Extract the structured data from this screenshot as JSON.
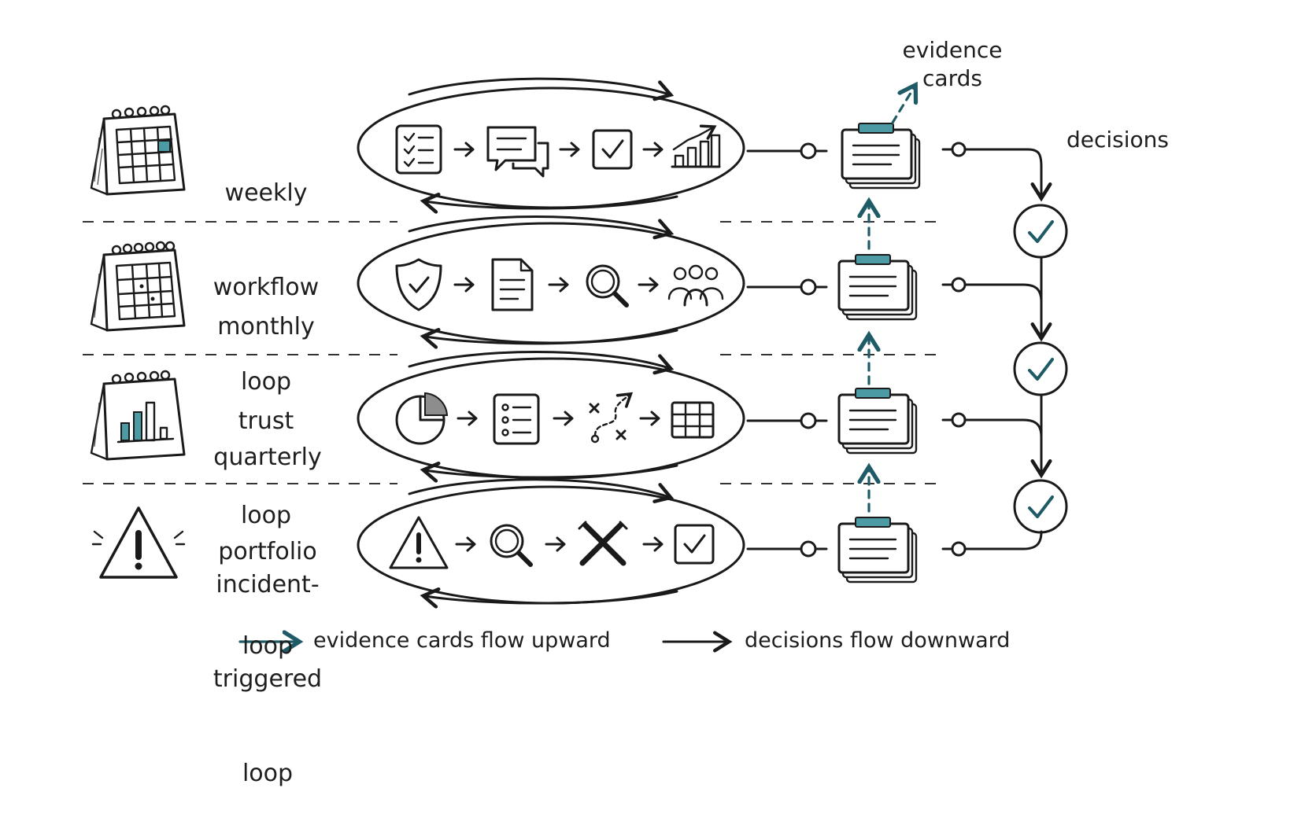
{
  "header": {
    "evidence_cards_line1": "evidence",
    "evidence_cards_line2": "cards",
    "decisions": "decisions"
  },
  "loops": [
    {
      "lines": [
        "weekly",
        "workflow",
        "loop"
      ],
      "period_icon": "calendar-icon",
      "steps": [
        "checklist-icon",
        "chat-bubbles-icon",
        "checkbox-icon",
        "bar-chart-trend-icon"
      ]
    },
    {
      "lines": [
        "monthly",
        "trust",
        "loop"
      ],
      "period_icon": "calendar-icon",
      "steps": [
        "shield-check-icon",
        "document-icon",
        "magnifier-icon",
        "people-group-icon"
      ]
    },
    {
      "lines": [
        "quarterly",
        "portfolio",
        "loop"
      ],
      "period_icon": "calendar-bar-chart-icon",
      "steps": [
        "pie-chart-icon",
        "list-icon",
        "strategy-path-icon",
        "grid-table-icon"
      ]
    },
    {
      "lines": [
        "incident-",
        "triggered",
        "loop"
      ],
      "period_icon": "warning-icon",
      "steps": [
        "warning-icon",
        "magnifier-icon",
        "tools-icon",
        "checkbox-icon"
      ]
    }
  ],
  "legend": {
    "evidence_text": "evidence cards flow upward",
    "decisions_text": "decisions flow downward"
  },
  "colors": {
    "ink": "#1a1a1a",
    "accent_teal": "#1f5b66",
    "accent_fill": "#4c9aa3"
  }
}
